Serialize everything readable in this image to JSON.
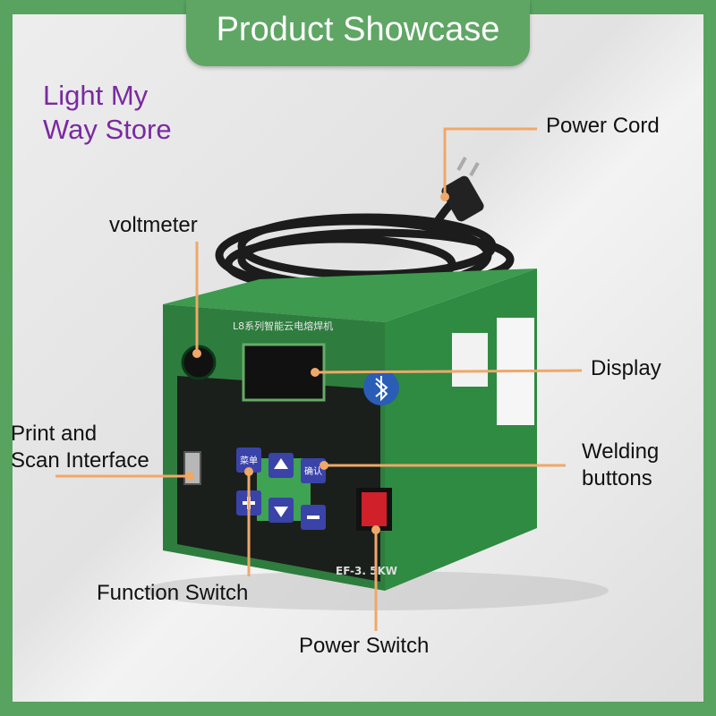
{
  "header": {
    "title": "Product Showcase"
  },
  "store": {
    "line1": "Light My",
    "line2": "Way Store"
  },
  "labels": {
    "power_cord": "Power Cord",
    "voltmeter": "voltmeter",
    "display": "Display",
    "print_scan_line1": "Print and",
    "print_scan_line2": "Scan Interface",
    "welding_line1": "Welding",
    "welding_line2": "buttons",
    "function_switch": "Function Switch",
    "power_switch": "Power Switch"
  },
  "device": {
    "top_text": "L8系列智能云电熔焊机",
    "model": "EF-3. 5KW",
    "buttons": {
      "menu": "菜单",
      "confirm": "确认"
    }
  },
  "colors": {
    "frame": "#58a35f",
    "accent": "#f0a868",
    "store": "#7a2aa0",
    "device_green": "#2e7d3e"
  }
}
